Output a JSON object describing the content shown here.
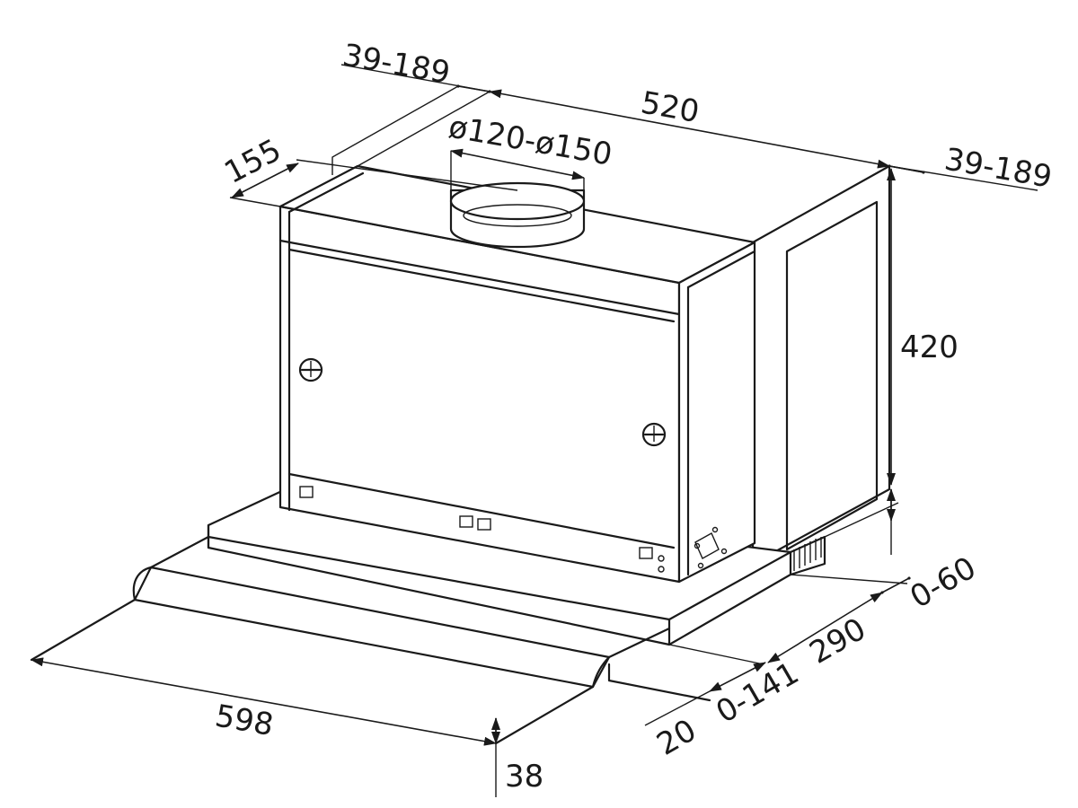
{
  "dimensions": {
    "top_left_offset": "39-189",
    "top_right_offset": "39-189",
    "depth_top": "520",
    "duct_diameter": "ø120-ø150",
    "left_depth": "155",
    "height": "420",
    "width": "598",
    "visor_height": "38",
    "bottom_depth": "290",
    "bottom_right_offset": "0-60",
    "front_offset": "0-141",
    "front_gap": "20"
  },
  "colors": {
    "line": "#1a1a1a",
    "background": "#ffffff"
  }
}
